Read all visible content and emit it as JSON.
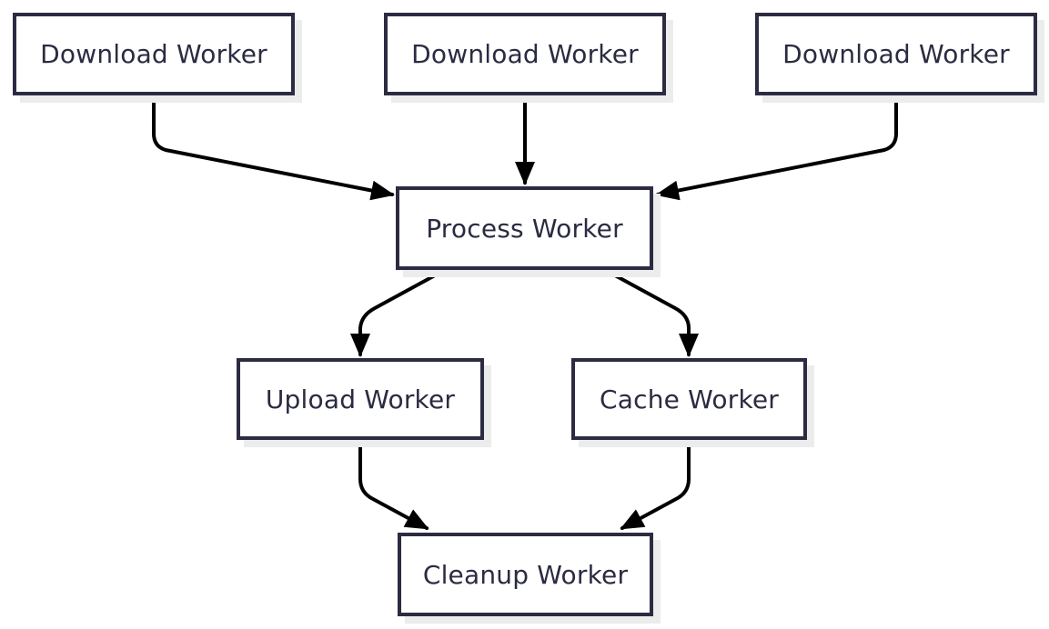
{
  "diagram": {
    "type": "flowchart",
    "nodes": [
      {
        "id": "download-1",
        "label": "Download Worker"
      },
      {
        "id": "download-2",
        "label": "Download Worker"
      },
      {
        "id": "download-3",
        "label": "Download Worker"
      },
      {
        "id": "process",
        "label": "Process Worker"
      },
      {
        "id": "upload",
        "label": "Upload Worker"
      },
      {
        "id": "cache",
        "label": "Cache Worker"
      },
      {
        "id": "cleanup",
        "label": "Cleanup Worker"
      }
    ],
    "edges": [
      {
        "from": "download-1",
        "to": "process"
      },
      {
        "from": "download-2",
        "to": "process"
      },
      {
        "from": "download-3",
        "to": "process"
      },
      {
        "from": "process",
        "to": "upload"
      },
      {
        "from": "process",
        "to": "cache"
      },
      {
        "from": "upload",
        "to": "cleanup"
      },
      {
        "from": "cache",
        "to": "cleanup"
      }
    ]
  },
  "colors": {
    "background": "#ffffff",
    "node-fill": "#ffffff",
    "node-border": "#2b2b42",
    "node-text": "#2b2b42",
    "node-shadow": "#ececec",
    "edge": "#000000"
  }
}
